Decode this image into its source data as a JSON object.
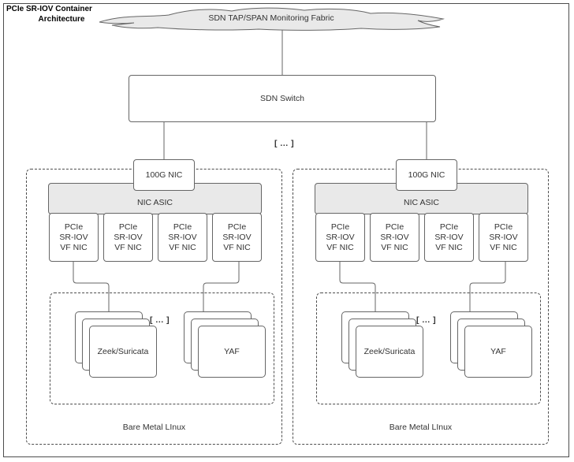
{
  "diagram": {
    "title_line1": "PCIe SR-IOV Container",
    "title_line2": "Architecture",
    "colors": {
      "stroke": "#666666",
      "frame_stroke": "#4d4d4d",
      "fill_gray": "#e9e9e9",
      "fill_white": "#ffffff",
      "text": "#333333"
    }
  },
  "fabric": {
    "label": "SDN TAP/SPAN Monitoring Fabric"
  },
  "switch": {
    "label": "SDN Switch"
  },
  "ellipsis": {
    "switch_level": "[ ... ]",
    "containers_left": "[ ... ]",
    "containers_right": "[ ... ]"
  },
  "hosts": [
    {
      "id": "host-left",
      "nic_label": "100G NIC",
      "asic_label": "NIC ASIC",
      "host_label": "Bare Metal LInux",
      "vf_nics": [
        {
          "line1": "PCIe",
          "line2": "SR-IOV",
          "line3": "VF NIC"
        },
        {
          "line1": "PCIe",
          "line2": "SR-IOV",
          "line3": "VF NIC"
        },
        {
          "line1": "PCIe",
          "line2": "SR-IOV",
          "line3": "VF NIC"
        },
        {
          "line1": "PCIe",
          "line2": "SR-IOV",
          "line3": "VF NIC"
        }
      ],
      "container_stacks": [
        {
          "label": "Zeek/Suricata",
          "count": 3
        },
        {
          "label": "YAF",
          "count": 3
        }
      ]
    },
    {
      "id": "host-right",
      "nic_label": "100G NIC",
      "asic_label": "NIC ASIC",
      "host_label": "Bare Metal LInux",
      "vf_nics": [
        {
          "line1": "PCIe",
          "line2": "SR-IOV",
          "line3": "VF NIC"
        },
        {
          "line1": "PCIe",
          "line2": "SR-IOV",
          "line3": "VF NIC"
        },
        {
          "line1": "PCIe",
          "line2": "SR-IOV",
          "line3": "VF NIC"
        },
        {
          "line1": "PCIe",
          "line2": "SR-IOV",
          "line3": "VF NIC"
        }
      ],
      "container_stacks": [
        {
          "label": "Zeek/Suricata",
          "count": 3
        },
        {
          "label": "YAF",
          "count": 3
        }
      ]
    }
  ]
}
